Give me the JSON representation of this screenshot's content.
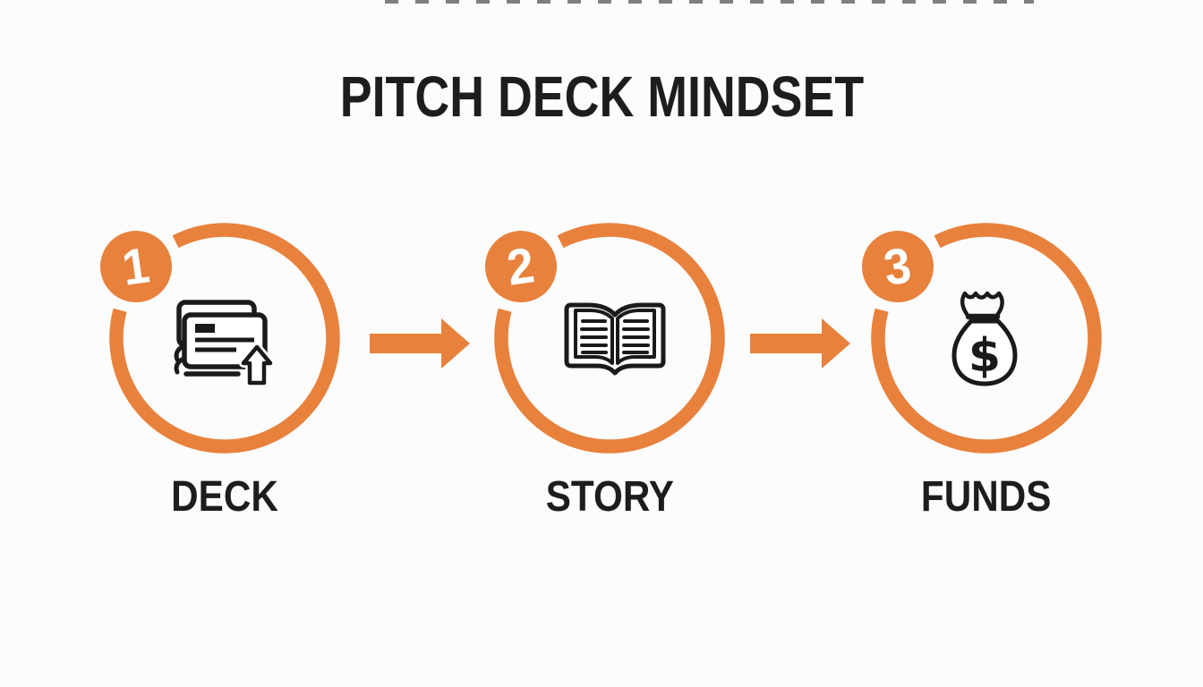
{
  "title": "PITCH DECK MINDSET",
  "steps": [
    {
      "number": "1",
      "label": "DECK",
      "icon": "slides-upload-icon"
    },
    {
      "number": "2",
      "label": "STORY",
      "icon": "open-book-icon"
    },
    {
      "number": "3",
      "label": "FUNDS",
      "icon": "money-bag-icon",
      "icon_symbol": "$"
    }
  ],
  "colors": {
    "accent_orange": "#E8813C",
    "icon_stroke": "#1A1A1A",
    "title_text": "#1D1D1D",
    "badge_number": "#FFFFFF",
    "background": "#FCFCFD"
  }
}
